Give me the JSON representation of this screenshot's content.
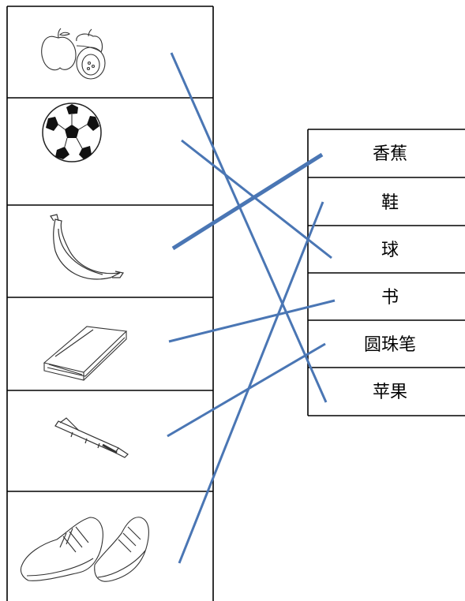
{
  "pictures": [
    {
      "icon": "apples-icon"
    },
    {
      "icon": "soccer-ball-icon"
    },
    {
      "icon": "banana-icon"
    },
    {
      "icon": "book-icon"
    },
    {
      "icon": "pen-icon"
    },
    {
      "icon": "sneakers-icon"
    }
  ],
  "words": [
    {
      "text": "香蕉"
    },
    {
      "text": "鞋"
    },
    {
      "text": "球"
    },
    {
      "text": "书"
    },
    {
      "text": "圆珠笔"
    },
    {
      "text": "苹果"
    }
  ],
  "line_color": "#4a76b4"
}
